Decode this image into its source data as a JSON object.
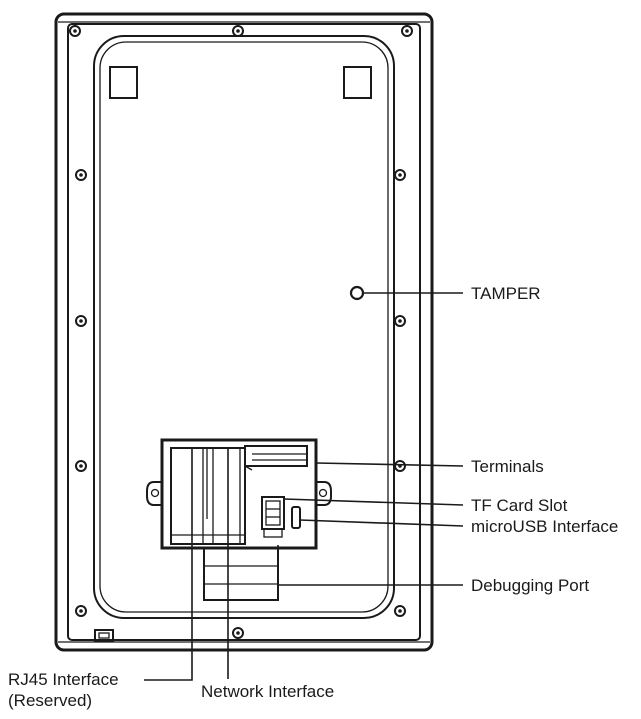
{
  "labels": {
    "tamper": "TAMPER",
    "terminals": "Terminals",
    "tf_card_slot": "TF Card Slot",
    "microusb": "microUSB Interface",
    "debugging_port": "Debugging Port",
    "rj45_line1": "RJ45 Interface",
    "rj45_line2": "(Reserved)",
    "network": "Network Interface"
  }
}
